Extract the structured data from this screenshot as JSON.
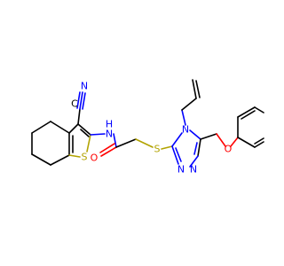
{
  "molecule": {
    "atom_labels": {
      "nitrile_c": "C",
      "nitrile_n": "N",
      "amide_n": "N",
      "amide_h": "H",
      "amide_o": "O",
      "thiophene_s": "S",
      "thioether_s": "S",
      "triazole_n4": "N",
      "triazole_n1": "N",
      "triazole_n2": "N",
      "ether_o": "O"
    },
    "colors": {
      "carbon": "#000000",
      "nitrogen": "#0000ff",
      "oxygen": "#ff0000",
      "sulfur": "#b2a300",
      "background": "#ffffff"
    }
  }
}
